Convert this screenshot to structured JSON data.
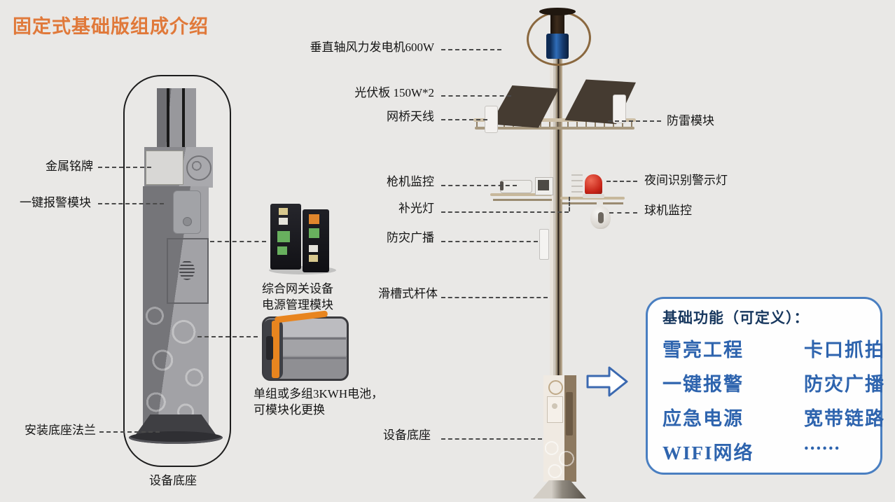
{
  "title": "固定式基础版组成介绍",
  "colors": {
    "title_orange": "#e0793a",
    "box_border_blue": "#4a7fc1",
    "box_item_blue": "#2e64ae",
    "box_header_navy": "#17375e",
    "background": "#e9e8e6"
  },
  "left_unit": {
    "nameplate_label": "金属铭牌",
    "alarm_label": "一键报警模块",
    "flange_label": "安装底座法兰",
    "base_caption": "设备底座"
  },
  "middle": {
    "gateway_caption_line1": "综合网关设备",
    "gateway_caption_line2": "电源管理模块",
    "battery_caption_line1": "单组或多组3KWH电池，",
    "battery_caption_line2": "可模块化更换"
  },
  "pole": {
    "wind_label": "垂直轴风力发电机600W",
    "solar_label": "光伏板 150W*2",
    "bridge_label": "网桥天线",
    "lightning_label": "防雷模块",
    "bullet_label": "枪机监控",
    "night_light_label": "夜间识别警示灯",
    "fill_light_label": "补光灯",
    "dome_label": "球机监控",
    "broadcast_label": "防灾广播",
    "pole_body_label": "滑槽式杆体",
    "base_label": "设备底座"
  },
  "functions_box": {
    "header": "基础功能（可定义）：",
    "items_left": [
      "雪亮工程",
      "一键报警",
      "应急电源",
      "WIFI网络"
    ],
    "items_right": [
      "卡口抓拍",
      "防灾广播",
      "宽带链路",
      "......"
    ]
  }
}
